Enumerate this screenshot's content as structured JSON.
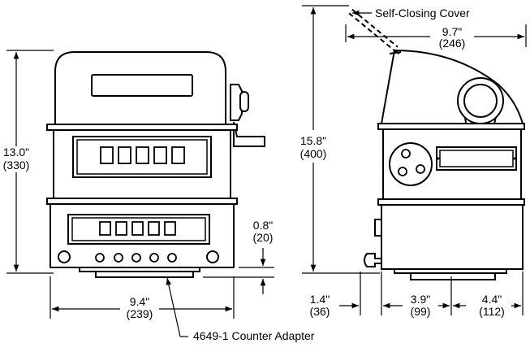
{
  "labels": {
    "height_front_in": "13.0\"",
    "height_front_mm": "(330)",
    "width_front_in": "9.4\"",
    "width_front_mm": "(239)",
    "offset_in": "0.8\"",
    "offset_mm": "(20)",
    "adapter": "4649-1 Counter Adapter",
    "cover": "Self-Closing Cover",
    "depth_top_in": "9.7\"",
    "depth_top_mm": "(246)",
    "height_side_in": "15.8\"",
    "height_side_mm": "(400)",
    "dim_a_in": "1.4\"",
    "dim_a_mm": "(36)",
    "dim_b_in": "3.9\"",
    "dim_b_mm": "(99)",
    "dim_c_in": "4.4\"",
    "dim_c_mm": "(112)"
  }
}
